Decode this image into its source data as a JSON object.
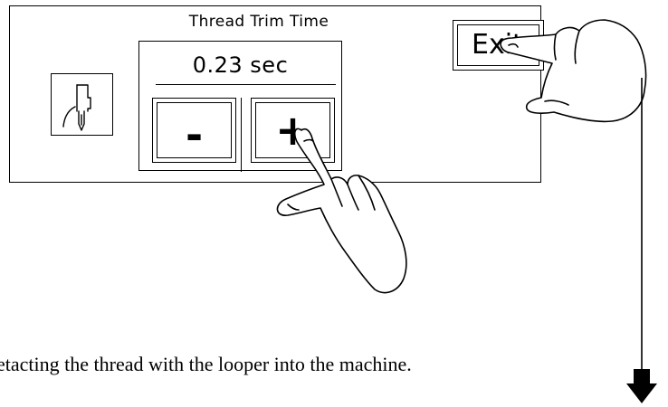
{
  "panel": {
    "title": "Thread Trim Time",
    "value_display": "0.23 sec",
    "minus_label": "-",
    "plus_label": "+",
    "exit_label": "Exit"
  },
  "icons": {
    "needle": "needle-icon",
    "pointing_hand": "pointing-hand-icon",
    "down_arrow": "arrow-down-icon"
  },
  "caption": "etacting the thread with the looper into the machine."
}
